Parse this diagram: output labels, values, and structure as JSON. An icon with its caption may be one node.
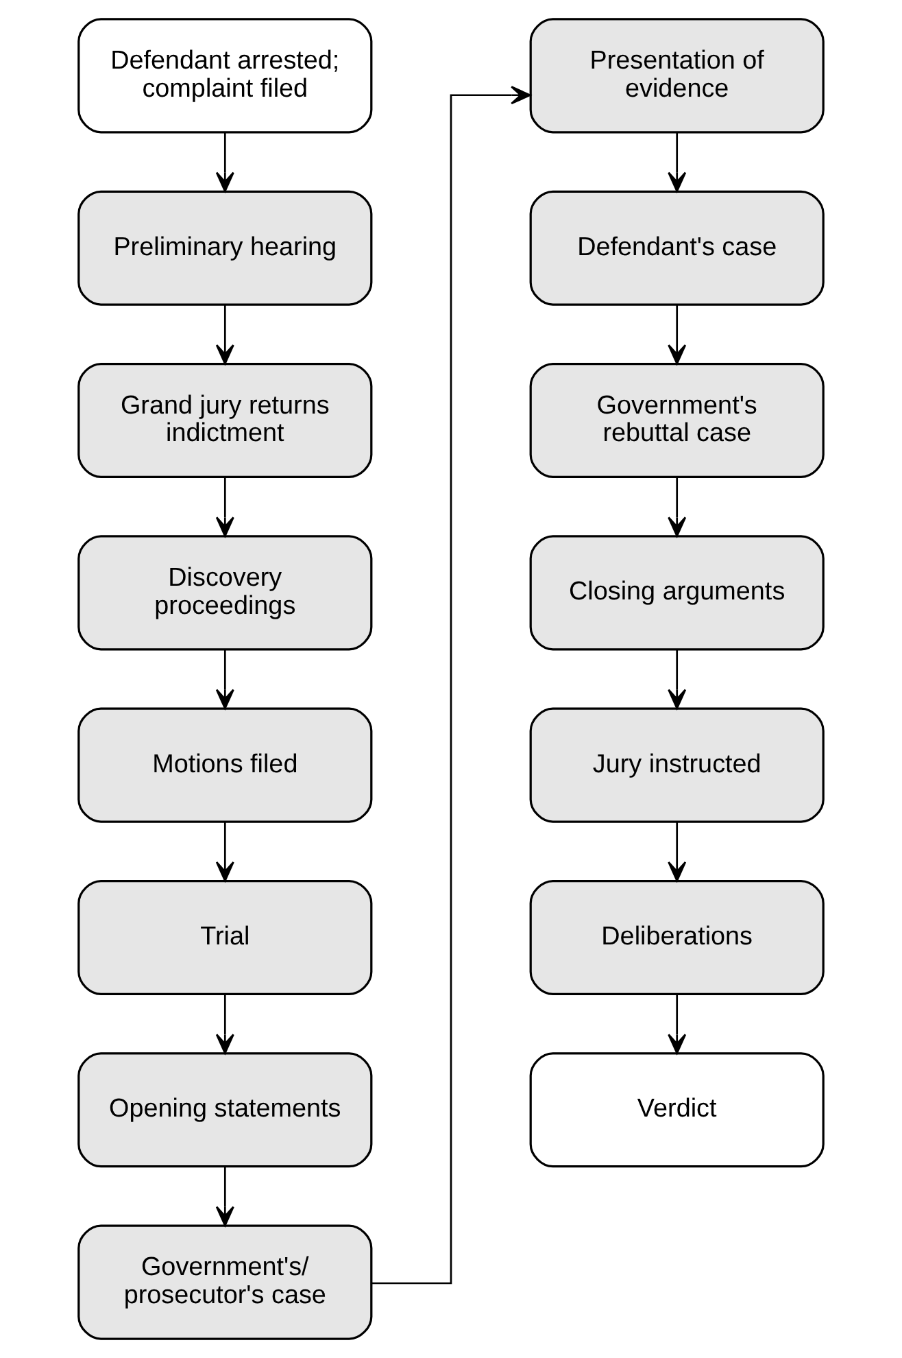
{
  "diagram": {
    "nodes": [
      {
        "text": [
          "Defendant arrested; complaint filed"
        ]
      },
      {
        "text": [
          "Preliminary hearing"
        ]
      },
      {
        "text": [
          "Grand jury returns indictment"
        ]
      },
      {
        "text": [
          "Discovery proceedings"
        ]
      },
      {
        "text": [
          "Motions filed"
        ]
      },
      {
        "text": [
          "Trial"
        ]
      },
      {
        "text": [
          "Opening statements"
        ]
      },
      {
        "text": [
          "Government's/ prosecutor's case"
        ]
      },
      {
        "text": [
          "Presentation of evidence"
        ]
      },
      {
        "text": [
          "Defendant's case"
        ]
      },
      {
        "text": [
          "Government's rebuttal case"
        ]
      },
      {
        "text": [
          "Closing arguments"
        ]
      },
      {
        "text": [
          "Jury instructed"
        ]
      },
      {
        "text": [
          "Deliberations"
        ]
      },
      {
        "text": [
          "Verdict"
        ]
      }
    ],
    "edges": [
      {
        "from": 0,
        "to": 1,
        "arrow": "to"
      },
      {
        "from": 1,
        "to": 2,
        "arrow": "to"
      },
      {
        "from": 2,
        "to": 3,
        "arrow": "to"
      },
      {
        "from": 3,
        "to": 4,
        "arrow": "to"
      },
      {
        "from": 4,
        "to": 5,
        "arrow": "to"
      },
      {
        "from": 5,
        "to": 6,
        "arrow": "to"
      },
      {
        "from": 6,
        "to": 7,
        "arrow": "to"
      },
      {
        "from": 7,
        "to": 8,
        "arrow": "to"
      },
      {
        "from": 8,
        "to": 9,
        "arrow": "to"
      },
      {
        "from": 9,
        "to": 10,
        "arrow": "to"
      },
      {
        "from": 10,
        "to": 11,
        "arrow": "to"
      },
      {
        "from": 11,
        "to": 12,
        "arrow": "to"
      },
      {
        "from": 12,
        "to": 13,
        "arrow": "to"
      },
      {
        "from": 13,
        "to": 14,
        "arrow": "to"
      }
    ]
  }
}
